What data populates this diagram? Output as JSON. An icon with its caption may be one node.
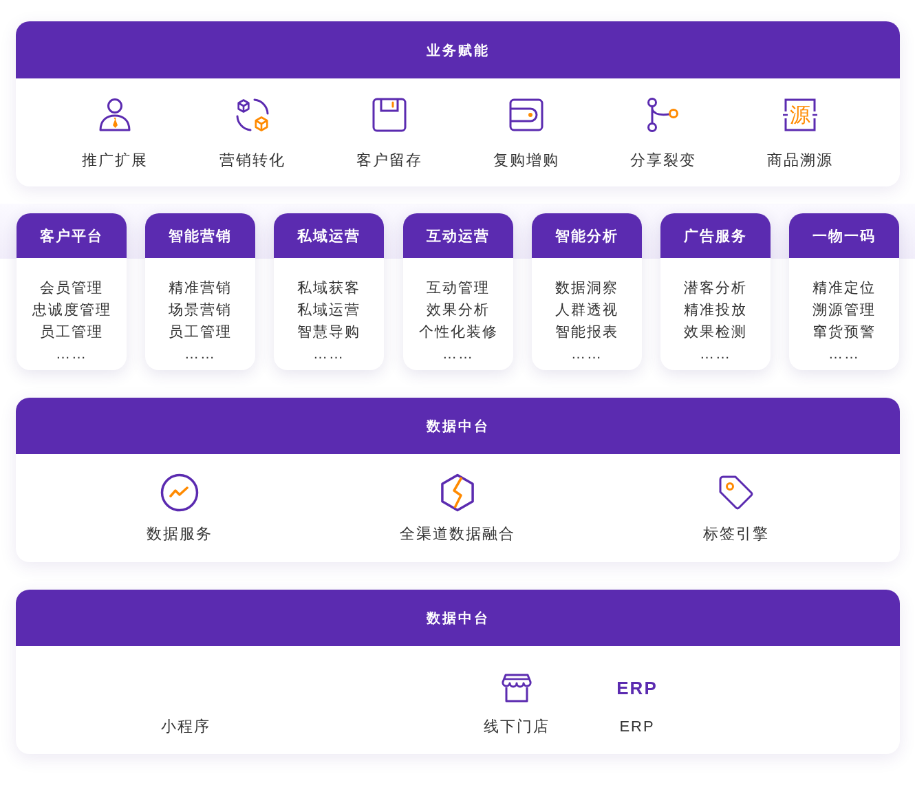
{
  "diagram": {
    "nodes": [
      {
        "text": [
          "业务赋能",
          "推广扩展",
          "营销转化",
          "客户留存",
          "复购增购",
          "分享裂变",
          "源",
          "商品溯源"
        ]
      },
      {
        "text": [
          "客户平台",
          "会员管理",
          "忠诚度管理",
          "员工管理",
          "……"
        ]
      },
      {
        "text": [
          "智能营销",
          "精准营销",
          "场景营销",
          "员工管理",
          "……"
        ]
      },
      {
        "text": [
          "私域运营",
          "私域获客",
          "私域运营",
          "智慧导购",
          "……"
        ]
      },
      {
        "text": [
          "互动运营",
          "互动管理",
          "效果分析",
          "个性化装修",
          "……"
        ]
      },
      {
        "text": [
          "智能分析",
          "数据洞察",
          "人群透视",
          "智能报表",
          "……"
        ]
      },
      {
        "text": [
          "广告服务",
          "潜客分析",
          "精准投放",
          "效果检测",
          "……"
        ]
      },
      {
        "text": [
          "一物一码",
          "精准定位",
          "溯源管理",
          "窜货预警",
          "……"
        ]
      },
      {
        "text": [
          "数据中台",
          "数据服务",
          "全渠道数据融合",
          "标签引擎"
        ]
      },
      {
        "text": [
          "数据中台",
          "小程序",
          "线下门店",
          "ERP",
          "ERP"
        ]
      }
    ]
  }
}
